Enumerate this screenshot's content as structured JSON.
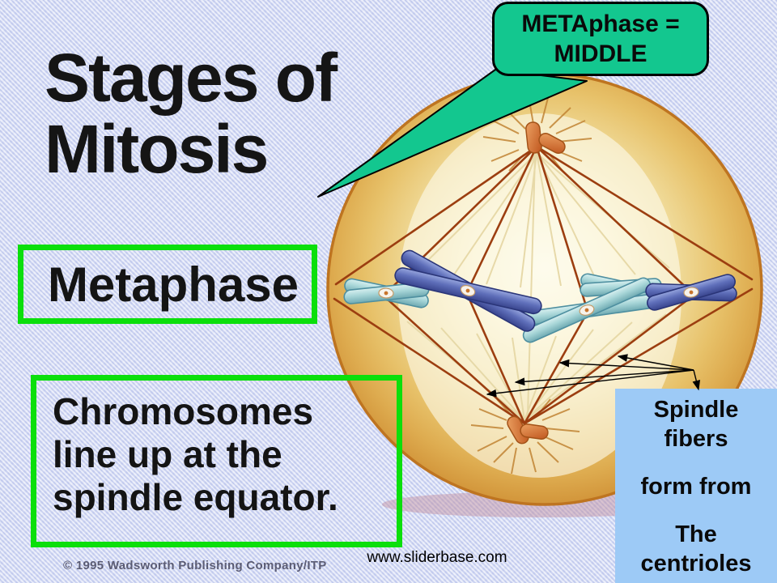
{
  "title": {
    "line1": "Stages of",
    "line2": "Mitosis"
  },
  "callout": {
    "lines": [
      "METAphase =",
      "MIDDLE"
    ],
    "color": "#13C78F"
  },
  "phase_box": {
    "label": "Metaphase"
  },
  "description_box": {
    "lines": [
      "Chromosomes",
      "line up at the",
      "spindle equator."
    ]
  },
  "note_box": {
    "lines": [
      "Spindle",
      "fibers",
      "form from",
      "The",
      "centrioles"
    ],
    "color": "#9DCAF6"
  },
  "footer": {
    "copyright": "© 1995 Wadsworth Publishing Company/ITP",
    "watermark": "www.sliderbase.com"
  },
  "colors": {
    "background": "#D3DAF5",
    "highlight_border": "#0BDF0B",
    "cell_rim": "#BE7420",
    "spindle_fiber": "#9C3E10",
    "chromosome_dark": "#5F6FBA",
    "chromosome_light": "#A8D6D8"
  }
}
